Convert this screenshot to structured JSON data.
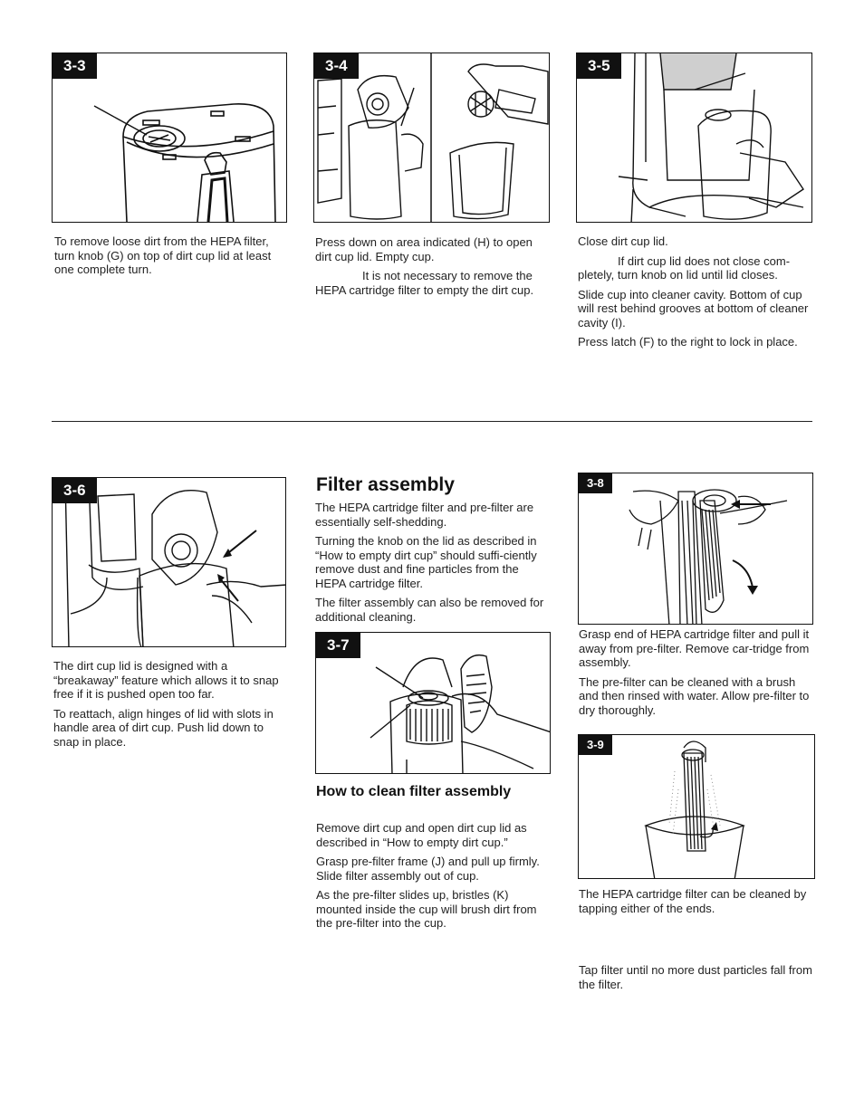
{
  "figures": {
    "f33": "3-3",
    "f34": "3-4",
    "f35": "3-5",
    "f36": "3-6",
    "f37": "3-7",
    "f38": "3-8",
    "f39": "3-9"
  },
  "col1_top": {
    "p1": "To remove loose dirt from the HEPA filter, turn knob (G) on top of dirt cup lid at least one complete turn."
  },
  "col2_top": {
    "p1": "Press down on area indicated (H) to open dirt cup lid. Empty cup.",
    "p2": "It is not necessary to remove the HEPA cartridge filter to empty the dirt cup."
  },
  "col3_top": {
    "p1": "Close dirt cup lid.",
    "p2": "If dirt cup lid does not close com-pletely, turn knob on lid until lid closes.",
    "p3": "Slide cup into cleaner cavity. Bottom of cup will rest behind grooves at bottom of cleaner cavity (I).",
    "p4": "Press latch (F) to the right to lock in place."
  },
  "col1_bottom": {
    "p1": "The dirt cup lid is designed with a “breakaway” feature which allows it to snap free if it is pushed open too far.",
    "p2": "To reattach, align hinges of lid with slots in handle area of dirt cup. Push lid down to snap in place."
  },
  "filter_assembly": {
    "heading": "Filter assembly",
    "p1": "The HEPA cartridge filter and pre-filter are essentially self-shedding.",
    "p2": "Turning the knob on the lid as described in “How to empty dirt cup” should suffi-ciently remove dust and fine particles from the HEPA cartridge filter.",
    "p3": "The filter assembly can also be removed for additional cleaning."
  },
  "clean_filter": {
    "heading": "How to clean filter assembly",
    "p1": "Remove dirt cup and open dirt cup lid as described in “How to empty dirt cup.”",
    "p2": "Grasp pre-filter frame (J) and pull up firmly. Slide filter assembly out of cup.",
    "p3": "As the pre-filter slides up, bristles (K) mounted inside the cup will brush dirt from the pre-filter into the cup."
  },
  "col3_bottom": {
    "p1": "Grasp end of HEPA cartridge filter and pull it away from pre-filter. Remove car-tridge from assembly.",
    "p2": "The pre-filter can be cleaned with a brush and then rinsed with water. Allow pre-filter to dry thoroughly.",
    "p3": "The HEPA cartridge filter can be cleaned by tapping either of the ends.",
    "p4": "Tap filter until no more dust particles fall from the filter."
  }
}
